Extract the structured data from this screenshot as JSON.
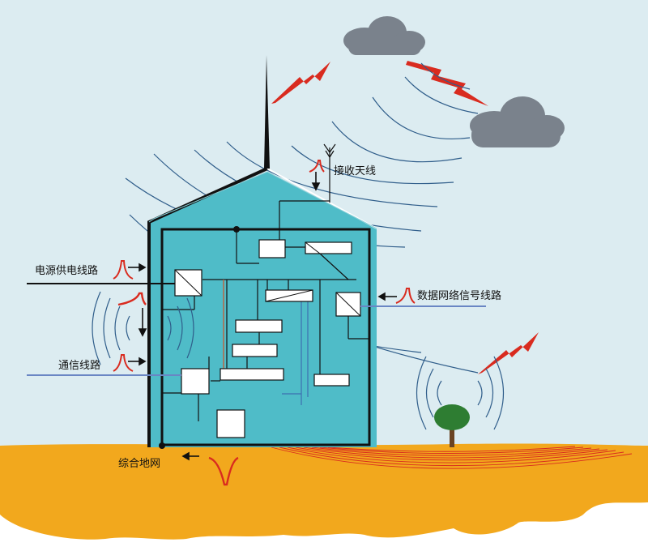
{
  "labels": {
    "receive_antenna": "接收天线",
    "power_line": "电源供电线路",
    "data_line": "数据网络信号线路",
    "comm_line": "通信线路",
    "ground_net": "综合地网"
  },
  "colors": {
    "sky": "#dcecf1",
    "ground": "#f2a81d",
    "building": "#4fbcc8",
    "waves": "#2f5d8a",
    "lightning": "#d92b1f",
    "cloud": "#7a828c",
    "tree_crown": "#2e7d32",
    "tree_trunk": "#6b4423"
  },
  "icons": [
    "lightning-bolt-icon",
    "cloud-icon",
    "antenna-icon",
    "surge-pulse-icon",
    "arrow-icon",
    "tree-icon"
  ]
}
